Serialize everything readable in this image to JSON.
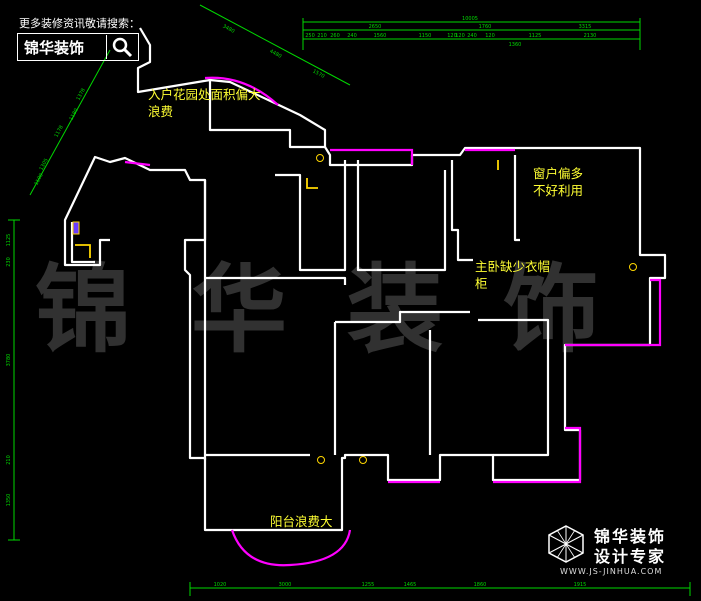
{
  "header": {
    "search_hint": "更多装修资讯敬请搜索：",
    "logo_text": "锦华装饰"
  },
  "watermark": "锦华装饰",
  "annotations": {
    "garden": [
      "入户花园处面积偏大",
      "浪费"
    ],
    "window": [
      "窗户偏多",
      "不好利用"
    ],
    "wardrobe": [
      "主卧缺少衣帽",
      "柜"
    ],
    "balcony": "阳台浪费大"
  },
  "brand": {
    "name": "锦华装饰",
    "subtitle": "设计专家",
    "url": "WWW.JS-JINHUA.COM"
  },
  "dimensions": {
    "top_total": "10005",
    "top_row1": [
      "2650",
      "1760",
      "3315"
    ],
    "top_row2": [
      "250",
      "210",
      "260",
      "240",
      "1560",
      "1150",
      "120",
      "120",
      "240",
      "120",
      "1125",
      "2130"
    ],
    "top_mid": "1360",
    "bottom_row": [
      "1020",
      "3000",
      "1255",
      "1465",
      "1860",
      "1915"
    ],
    "left_col": [
      "1125",
      "230",
      "3780",
      "210",
      "1350"
    ],
    "diagonal": [
      "1378",
      "1178",
      "1305",
      "1180",
      "1100",
      "3480",
      "4480",
      "1570"
    ]
  },
  "colors": {
    "background": "#000000",
    "wall": "#ffffff",
    "window": "#ff00ff",
    "dimension": "#00d800",
    "annotation": "#ffff33"
  }
}
